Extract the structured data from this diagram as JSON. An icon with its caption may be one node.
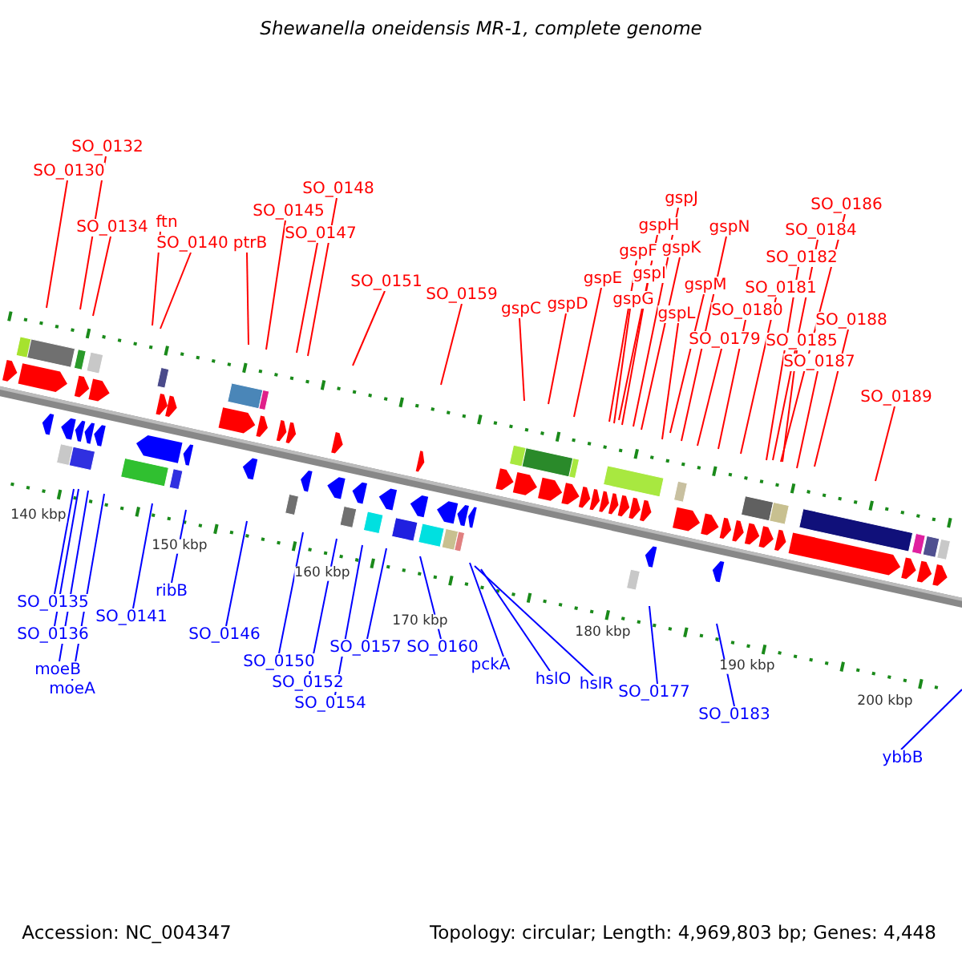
{
  "diagram": {
    "title": "Shewanella oneidensis MR-1, complete genome",
    "nodes": [
      {
        "text": [
          "SO_0130"
        ]
      },
      {
        "text": [
          "SO_0132"
        ]
      },
      {
        "text": [
          "SO_0134"
        ]
      },
      {
        "text": [
          "ftn"
        ]
      },
      {
        "text": [
          "SO_0140"
        ]
      },
      {
        "text": [
          "ptrB"
        ]
      },
      {
        "text": [
          "SO_0145"
        ]
      },
      {
        "text": [
          "SO_0148"
        ]
      },
      {
        "text": [
          "SO_0147"
        ]
      },
      {
        "text": [
          "SO_0151"
        ]
      },
      {
        "text": [
          "SO_0159"
        ]
      },
      {
        "text": [
          "gspC"
        ]
      },
      {
        "text": [
          "gspD"
        ]
      },
      {
        "text": [
          "gspE"
        ]
      },
      {
        "text": [
          "gspF"
        ]
      },
      {
        "text": [
          "gspG"
        ]
      },
      {
        "text": [
          "gspH"
        ]
      },
      {
        "text": [
          "gspI"
        ]
      },
      {
        "text": [
          "gspJ"
        ]
      },
      {
        "text": [
          "gspK"
        ]
      },
      {
        "text": [
          "gspM"
        ]
      },
      {
        "text": [
          "gspL"
        ]
      },
      {
        "text": [
          "gspN"
        ]
      },
      {
        "text": [
          "SO_0179"
        ]
      },
      {
        "text": [
          "SO_0180"
        ]
      },
      {
        "text": [
          "SO_0181"
        ]
      },
      {
        "text": [
          "SO_0182"
        ]
      },
      {
        "text": [
          "SO_0184"
        ]
      },
      {
        "text": [
          "SO_0186"
        ]
      },
      {
        "text": [
          "SO_0185"
        ]
      },
      {
        "text": [
          "SO_0188"
        ]
      },
      {
        "text": [
          "SO_0187"
        ]
      },
      {
        "text": [
          "SO_0189"
        ]
      },
      {
        "text": [
          "SO_0135"
        ]
      },
      {
        "text": [
          "SO_0136"
        ]
      },
      {
        "text": [
          "moeB"
        ]
      },
      {
        "text": [
          "moeA"
        ]
      },
      {
        "text": [
          "SO_0141"
        ]
      },
      {
        "text": [
          "ribB"
        ]
      },
      {
        "text": [
          "SO_0146"
        ]
      },
      {
        "text": [
          "SO_0150"
        ]
      },
      {
        "text": [
          "SO_0152"
        ]
      },
      {
        "text": [
          "SO_0154"
        ]
      },
      {
        "text": [
          "SO_0157"
        ]
      },
      {
        "text": [
          "SO_0160"
        ]
      },
      {
        "text": [
          "pckA"
        ]
      },
      {
        "text": [
          "hslO"
        ]
      },
      {
        "text": [
          "hslR"
        ]
      },
      {
        "text": [
          "SO_0177"
        ]
      },
      {
        "text": [
          "SO_0183"
        ]
      },
      {
        "text": [
          "ybbB"
        ]
      }
    ],
    "edges": [
      {
        "from": 0,
        "to": null,
        "arrow": "none"
      },
      {
        "from": 1,
        "to": null,
        "arrow": "none"
      },
      {
        "from": 2,
        "to": null,
        "arrow": "none"
      },
      {
        "from": 3,
        "to": null,
        "arrow": "none"
      },
      {
        "from": 4,
        "to": null,
        "arrow": "none"
      },
      {
        "from": 5,
        "to": null,
        "arrow": "none"
      },
      {
        "from": 6,
        "to": null,
        "arrow": "none"
      },
      {
        "from": 7,
        "to": null,
        "arrow": "none"
      },
      {
        "from": 8,
        "to": null,
        "arrow": "none"
      },
      {
        "from": 9,
        "to": null,
        "arrow": "none"
      },
      {
        "from": 10,
        "to": null,
        "arrow": "none"
      },
      {
        "from": 11,
        "to": null,
        "arrow": "none"
      },
      {
        "from": 12,
        "to": null,
        "arrow": "none"
      },
      {
        "from": 13,
        "to": null,
        "arrow": "none"
      },
      {
        "from": 14,
        "to": null,
        "arrow": "none"
      },
      {
        "from": 15,
        "to": null,
        "arrow": "none"
      },
      {
        "from": 16,
        "to": null,
        "arrow": "none"
      },
      {
        "from": 17,
        "to": null,
        "arrow": "none"
      },
      {
        "from": 18,
        "to": null,
        "arrow": "none"
      },
      {
        "from": 19,
        "to": null,
        "arrow": "none"
      },
      {
        "from": 20,
        "to": null,
        "arrow": "none"
      },
      {
        "from": 21,
        "to": null,
        "arrow": "none"
      },
      {
        "from": 22,
        "to": null,
        "arrow": "none"
      },
      {
        "from": 23,
        "to": null,
        "arrow": "none"
      },
      {
        "from": 24,
        "to": null,
        "arrow": "none"
      },
      {
        "from": 25,
        "to": null,
        "arrow": "none"
      },
      {
        "from": 26,
        "to": null,
        "arrow": "none"
      },
      {
        "from": 27,
        "to": null,
        "arrow": "none"
      },
      {
        "from": 28,
        "to": null,
        "arrow": "none"
      },
      {
        "from": 29,
        "to": null,
        "arrow": "none"
      },
      {
        "from": 30,
        "to": null,
        "arrow": "none"
      },
      {
        "from": 31,
        "to": null,
        "arrow": "none"
      },
      {
        "from": 32,
        "to": null,
        "arrow": "none"
      },
      {
        "from": 33,
        "to": null,
        "arrow": "none",
        "color": "#0000ff"
      },
      {
        "from": 34,
        "to": null,
        "arrow": "none",
        "color": "#0000ff"
      },
      {
        "from": 35,
        "to": null,
        "arrow": "none",
        "color": "#0000ff"
      },
      {
        "from": 36,
        "to": null,
        "arrow": "none",
        "color": "#0000ff"
      },
      {
        "from": 37,
        "to": null,
        "arrow": "none",
        "color": "#0000ff"
      },
      {
        "from": 38,
        "to": null,
        "arrow": "none",
        "color": "#0000ff"
      },
      {
        "from": 39,
        "to": null,
        "arrow": "none",
        "color": "#0000ff"
      },
      {
        "from": 40,
        "to": null,
        "arrow": "none",
        "color": "#0000ff"
      },
      {
        "from": 41,
        "to": null,
        "arrow": "none",
        "color": "#0000ff"
      },
      {
        "from": 42,
        "to": null,
        "arrow": "none",
        "color": "#0000ff"
      },
      {
        "from": 43,
        "to": null,
        "arrow": "none",
        "color": "#0000ff"
      },
      {
        "from": 44,
        "to": null,
        "arrow": "none",
        "color": "#0000ff"
      },
      {
        "from": 45,
        "to": null,
        "arrow": "none",
        "color": "#0000ff"
      },
      {
        "from": 46,
        "to": null,
        "arrow": "none",
        "color": "#0000ff"
      },
      {
        "from": 47,
        "to": null,
        "arrow": "none",
        "color": "#0000ff"
      },
      {
        "from": 48,
        "to": null,
        "arrow": "none",
        "color": "#0000ff"
      },
      {
        "from": 49,
        "to": null,
        "arrow": "none",
        "color": "#0000ff"
      },
      {
        "from": 50,
        "to": null,
        "arrow": "none",
        "color": "#0000ff"
      }
    ],
    "labels": [
      "140 kbp",
      "150 kbp",
      "160 kbp",
      "170 kbp",
      "180 kbp",
      "190 kbp",
      "200 kbp",
      "Accession: NC_004347",
      "Topology: circular; Length: 4,969,803 bp; Genes: 4,448"
    ]
  }
}
